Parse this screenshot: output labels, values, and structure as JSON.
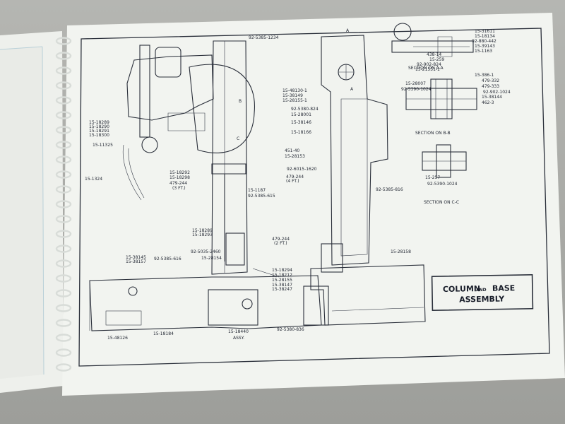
{
  "title_block": {
    "line1_a": "COLUMN",
    "line1_and": "AND",
    "line1_b": "BASE",
    "line2": "ASSEMBLY"
  },
  "sections": {
    "a": "SECTION ON A-A",
    "b": "SECTION ON B-B",
    "c": "SECTION ON C-C"
  },
  "markers": {
    "a": "A",
    "b": "B",
    "c": "C"
  },
  "callouts_left": [
    "92-5385-1234",
    "15-48130-1",
    "15-38149",
    "15-28155-1",
    "92-5380-824",
    "15-28001",
    "15-38146",
    "15-18166",
    "15-18289",
    "15-18290",
    "15-18291",
    "15-18300",
    "15-11325",
    "15-1324",
    "15-18292",
    "15-18298",
    "479-244",
    "(3 FT.)",
    "451-40",
    "15-28153",
    "479-244",
    "(4 FT.)",
    "92-6015-1620",
    "15-1187",
    "92-5385-615",
    "15-18289",
    "15-18293",
    "479-244",
    "(2 FT.)",
    "15-38145",
    "15-38157",
    "92-5385-616",
    "92-5035-2460",
    "15-28154",
    "15-18294",
    "15-18212",
    "15-28155",
    "15-38147",
    "15-38247",
    "15-18184",
    "15-18440",
    "ASSY.",
    "92-5380-836",
    "15-48126"
  ],
  "callouts_right": [
    "92-5385-816",
    "15-28158",
    "15-31611",
    "15-18134",
    "92-880-442",
    "15-39143",
    "15-1163",
    "438-14",
    "15-259",
    "92-902-824",
    "15-21551-1",
    "15-386-1",
    "15-28007",
    "479-332",
    "92-5390-1024",
    "479-333",
    "92-902-1024",
    "15-38144",
    "462-3",
    "15-257",
    "92-5390-1024"
  ]
}
